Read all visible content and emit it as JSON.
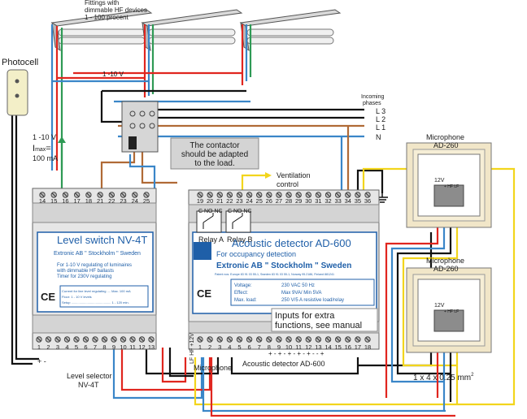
{
  "fittings": {
    "title": "Fittings with",
    "line2": "dimmable HF devices",
    "line3": "1 - 100 procent"
  },
  "photocell": {
    "title": "Photocell"
  },
  "control_voltage": "1 -10 V",
  "photocell_rating": {
    "voltage": "1 -10 V",
    "imax_prefix": "I",
    "imax_sub": "max",
    "imax_eq": "=",
    "current": "100 mA"
  },
  "phases": {
    "title1": "Incoming",
    "title2": "phases",
    "labels": [
      "L 3",
      "L 2",
      "L 1",
      "N"
    ]
  },
  "contactor_note": {
    "line1": "The contactor",
    "line2": "should be adapted",
    "line3": "to the load."
  },
  "ventilation": {
    "line1": "Ventilation",
    "line2": "control"
  },
  "level_switch": {
    "title": "Level switch  NV-4T",
    "company": "Extronic AB  \"  Stockholm  \"  Sweden",
    "desc1": "For 1-10 V regulating of luminaires",
    "desc2": "with dimmable HF ballasts",
    "desc3": "Timer for 230V regulating",
    "spec1": "Current for line level regulating .... Max. 100 mA",
    "spec2": "Floor: 1 - 10 V levels",
    "spec3": "Setup ............................................ 1 - 120 min.",
    "ce": "CE",
    "caption1": "Level selector",
    "caption2": "NV-4T",
    "top_terminals": [
      "14",
      "15",
      "16",
      "17",
      "18",
      "21",
      "22",
      "23",
      "24",
      "25"
    ],
    "bottom_terminals": [
      "1",
      "2",
      "3",
      "4",
      "5",
      "6",
      "7",
      "8",
      "9",
      "10",
      "11",
      "12",
      "13"
    ],
    "signs": "+  -"
  },
  "acoustic": {
    "title": "Acoustic detector AD-600",
    "subtitle": "For occupancy detection",
    "company": "Extronic AB  \"  Stockholm  \"  Sweden",
    "fine": "Patent nos: Europe 83 91 03 55-1, Sweden 83 91 03 55-1, Norway 95.2186, Finland 881241",
    "spec_rows": [
      {
        "label": "Voltage:",
        "value": "230 VAC 50 Hz"
      },
      {
        "label": "Effect:",
        "value": "Max 9VA/ Min 5VA"
      },
      {
        "label": "Max. load:",
        "value": "250 V/5 A resistive load/relay"
      }
    ],
    "ce": "CE",
    "relay_a": "Relay A",
    "relay_b": "Relay B",
    "relay_contacts": "C  NO NC",
    "top_terminals": [
      "19",
      "20",
      "21",
      "22",
      "23",
      "24",
      "25",
      "26",
      "27",
      "28",
      "29",
      "30",
      "31",
      "32",
      "33",
      "34",
      "35",
      "36"
    ],
    "bottom_terminals": [
      "1",
      "2",
      "3",
      "4",
      "5",
      "6",
      "7",
      "8",
      "9",
      "10",
      "11",
      "12",
      "13",
      "14",
      "15",
      "16",
      "17",
      "18"
    ],
    "bottom_label": "Acoustic detector AD-600",
    "mic_label": "Microphone",
    "pin_labels": "LF  HF  +12V",
    "pm_signs": "+  -  +  -  +  -  +  -  +  -  -  +",
    "note_line1": "Inputs for extra",
    "note_line2": "functions, see manual"
  },
  "microphones": [
    {
      "title": "Microphone",
      "model": "AD-260",
      "pins": "12V",
      "pin_labels": "+  HF  LF"
    },
    {
      "title": "Microphone",
      "model": "AD-260",
      "pins": "12V",
      "pin_labels": "+  HF  LF"
    }
  ],
  "cable_label": {
    "text": "1 x 4 x 0.25 mm",
    "sup": "2"
  },
  "colors": {
    "red": "#e0261f",
    "blue": "#3a86c8",
    "green": "#2f9a55",
    "brown": "#b06a36",
    "black": "#111111",
    "yellow": "#f2d51c",
    "gray": "#8c8c8c",
    "module": "#e6e6e6",
    "panel_blue": "#1f5fa8"
  }
}
